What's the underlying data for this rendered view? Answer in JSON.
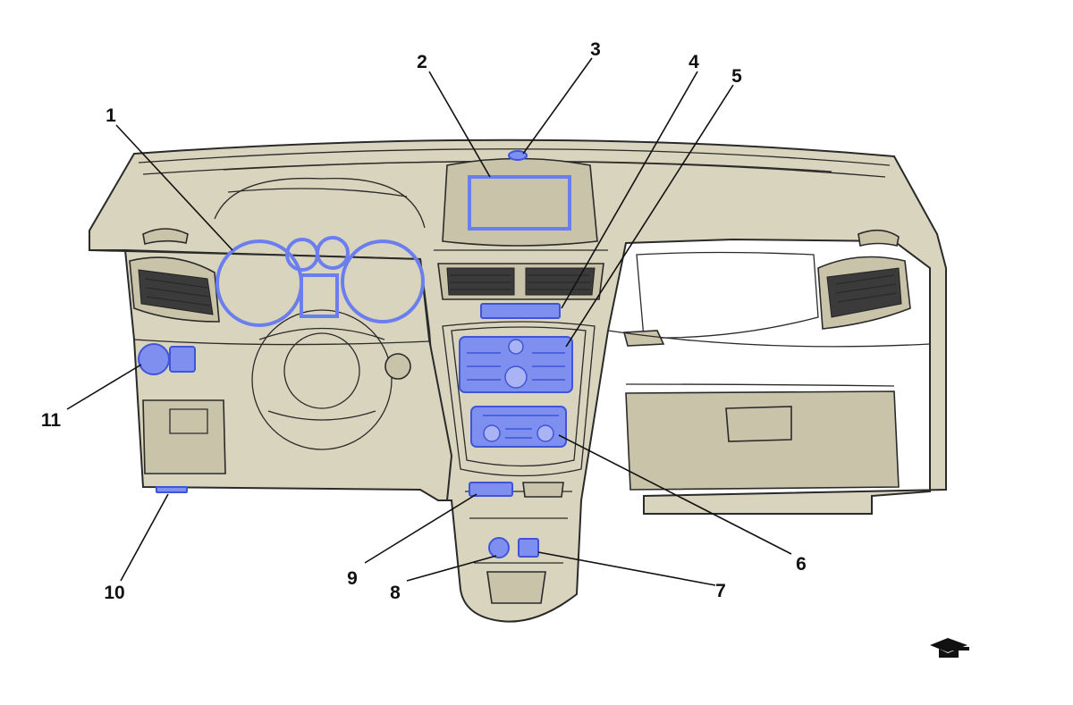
{
  "callouts": [
    {
      "id": "1",
      "label": "1"
    },
    {
      "id": "2",
      "label": "2"
    },
    {
      "id": "3",
      "label": "3"
    },
    {
      "id": "4",
      "label": "4"
    },
    {
      "id": "5",
      "label": "5"
    },
    {
      "id": "6",
      "label": "6"
    },
    {
      "id": "7",
      "label": "7"
    },
    {
      "id": "8",
      "label": "8"
    },
    {
      "id": "9",
      "label": "9"
    },
    {
      "id": "10",
      "label": "10"
    },
    {
      "id": "11",
      "label": "11"
    }
  ],
  "colors": {
    "dashboard": "#d9d4be",
    "highlight": "#7f8ff0",
    "outline": "#2a2a2a"
  },
  "icons": {
    "corner": "graduation-cap-icon"
  }
}
